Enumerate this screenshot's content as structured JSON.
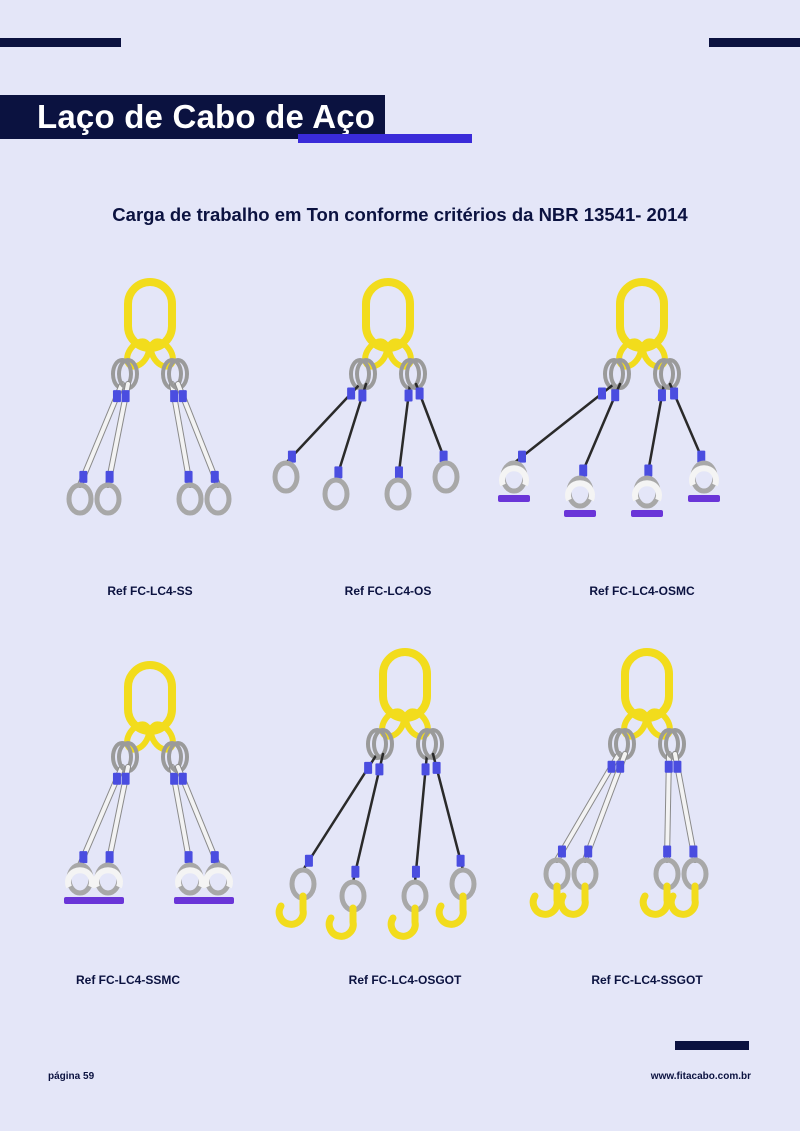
{
  "header": {
    "title": "Laço de Cabo de Aço",
    "subtitle": "Carga de trabalho em Ton conforme critérios da NBR 13541- 2014"
  },
  "products": [
    {
      "ref": "Ref FC-LC4-SS",
      "ends": "soft-eye",
      "legs": "white",
      "image": "FC-LC4-SS-icon"
    },
    {
      "ref": "Ref FC-LC4-OS",
      "ends": "soft-eye",
      "legs": "dark",
      "image": "FC-LC4-OS-icon"
    },
    {
      "ref": "Ref FC-LC4-OSMC",
      "ends": "shackle",
      "legs": "dark",
      "image": "FC-LC4-OSMC-icon"
    },
    {
      "ref": "Ref FC-LC4-SSMC",
      "ends": "shackle",
      "legs": "white",
      "image": "FC-LC4-SSMC-icon"
    },
    {
      "ref": "Ref FC-LC4-OSGOT",
      "ends": "hook",
      "legs": "dark",
      "image": "FC-LC4-OSGOT-icon"
    },
    {
      "ref": "Ref FC-LC4-SSGOT",
      "ends": "hook",
      "legs": "white",
      "image": "FC-LC4-SSGOT-icon"
    }
  ],
  "footer": {
    "page": "página 59",
    "website": "www.fitacabo.com.br"
  },
  "colors": {
    "navy": "#0b1240",
    "accent": "#3a2bd9",
    "background": "#e4e6f8",
    "ring": "#f2dc1c",
    "sleeve": "#4a4de0",
    "shackle_pin": "#6a35d8"
  }
}
